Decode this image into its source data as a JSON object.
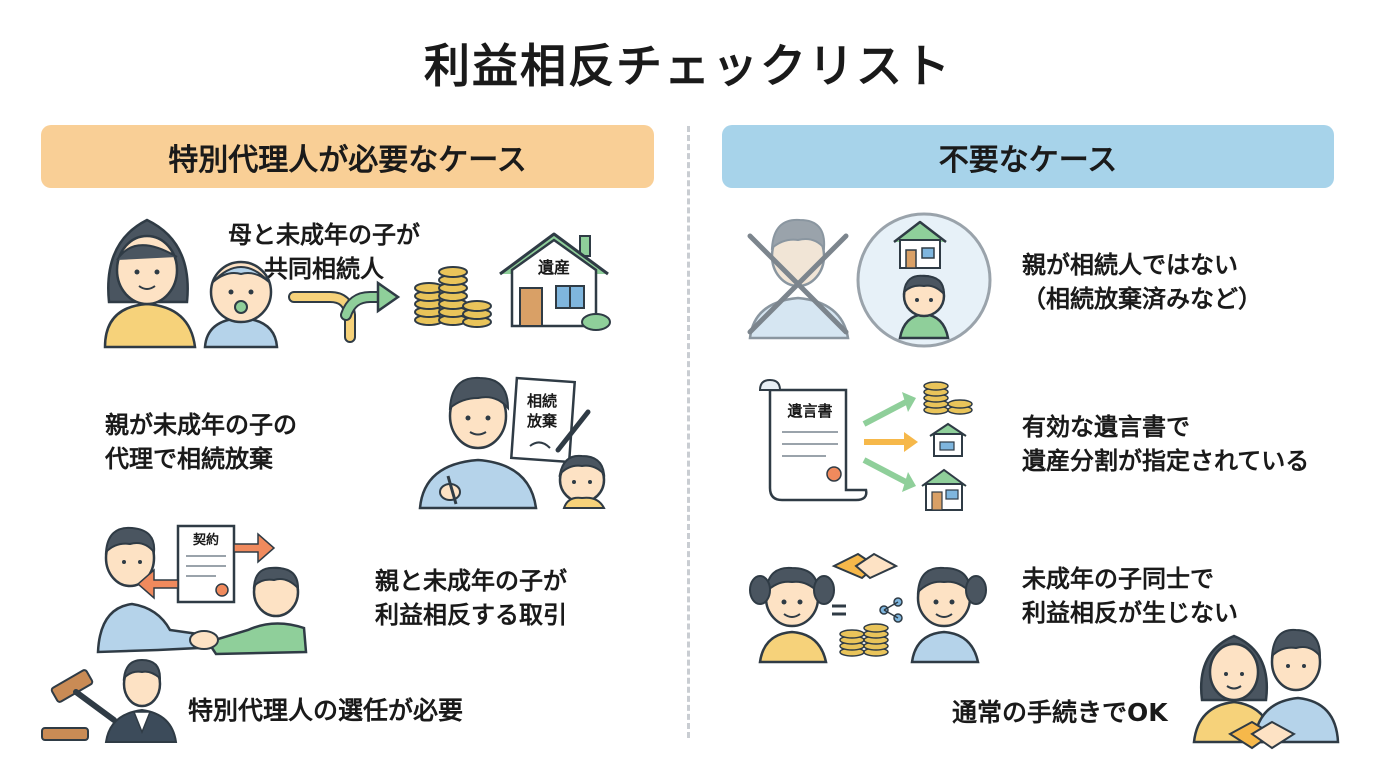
{
  "title": "利益相反チェックリスト",
  "left": {
    "header": "特別代理人が必要なケース",
    "case1": {
      "line1": "母と未成年の子が",
      "line2": "共同相続人",
      "house_label": "遺産"
    },
    "case2": {
      "line1": "親が未成年の子の",
      "line2": "代理で相続放棄",
      "doc_label1": "相続",
      "doc_label2": "放棄"
    },
    "case3": {
      "line1": "親と未成年の子が",
      "line2": "利益相反する取引",
      "doc_label": "契約"
    },
    "footer": "特別代理人の選任が必要"
  },
  "right": {
    "header": "不要なケース",
    "case1": {
      "line1": "親が相続人ではない",
      "line2": "（相続放棄済みなど）"
    },
    "case2": {
      "line1": "有効な遺言書で",
      "line2": "遺産分割が指定されている",
      "doc_label": "遺言書"
    },
    "case3": {
      "line1": "未成年の子同士で",
      "line2": "利益相反が生じない"
    },
    "footer": "通常の手続きでOK"
  },
  "colors": {
    "left_header": "#f9cf96",
    "right_header": "#a7d3ea",
    "outline": "#2f3b45",
    "skin": "#fde2c4",
    "hair": "#4a5560",
    "yellow": "#f6d27a",
    "blue": "#b5d3ea",
    "green": "#8fcf9a",
    "gold": "#e9c45a",
    "orange": "#f08a5d"
  }
}
